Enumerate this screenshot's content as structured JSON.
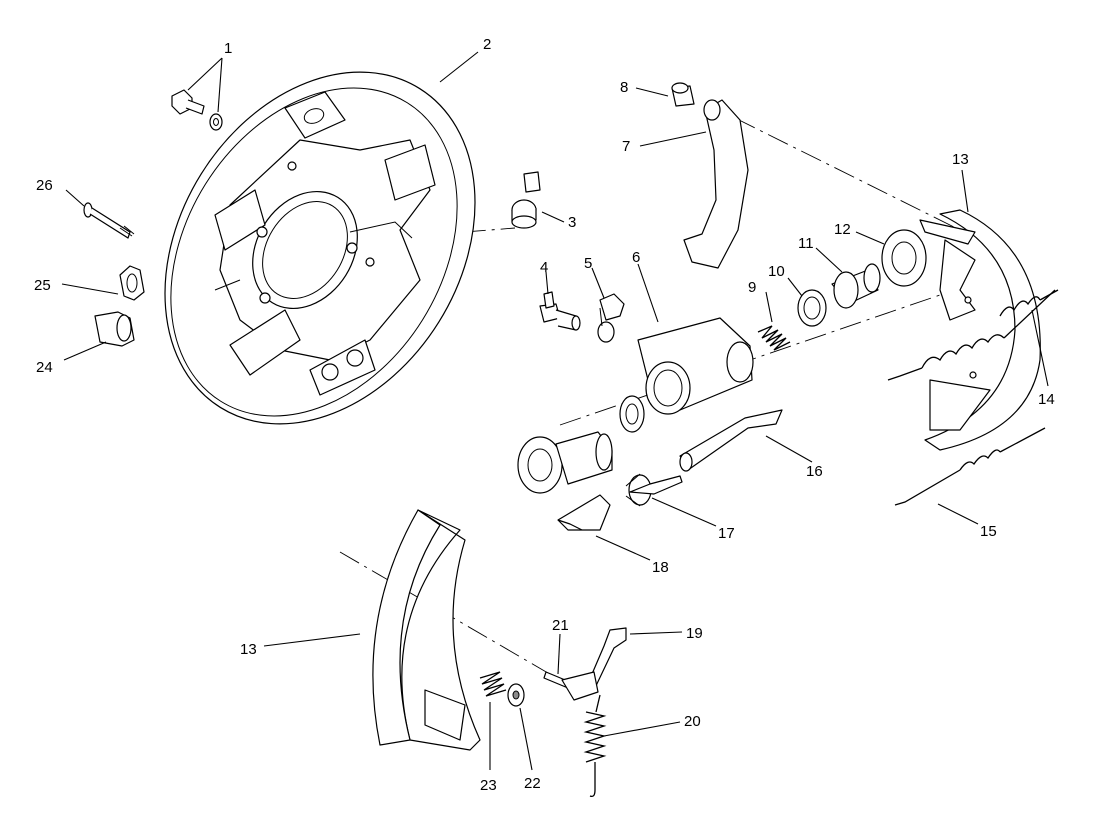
{
  "callouts": [
    {
      "id": "c1",
      "label": "1"
    },
    {
      "id": "c2",
      "label": "2"
    },
    {
      "id": "c3",
      "label": "3"
    },
    {
      "id": "c4",
      "label": "4"
    },
    {
      "id": "c5",
      "label": "5"
    },
    {
      "id": "c6",
      "label": "6"
    },
    {
      "id": "c7",
      "label": "7"
    },
    {
      "id": "c8",
      "label": "8"
    },
    {
      "id": "c9",
      "label": "9"
    },
    {
      "id": "c10",
      "label": "10"
    },
    {
      "id": "c11",
      "label": "11"
    },
    {
      "id": "c12",
      "label": "12"
    },
    {
      "id": "c13a",
      "label": "13"
    },
    {
      "id": "c13b",
      "label": "13"
    },
    {
      "id": "c14",
      "label": "14"
    },
    {
      "id": "c15",
      "label": "15"
    },
    {
      "id": "c16",
      "label": "16"
    },
    {
      "id": "c17",
      "label": "17"
    },
    {
      "id": "c18",
      "label": "18"
    },
    {
      "id": "c19",
      "label": "19"
    },
    {
      "id": "c20",
      "label": "20"
    },
    {
      "id": "c21",
      "label": "21"
    },
    {
      "id": "c22",
      "label": "22"
    },
    {
      "id": "c23",
      "label": "23"
    },
    {
      "id": "c24",
      "label": "24"
    },
    {
      "id": "c25",
      "label": "25"
    },
    {
      "id": "c26",
      "label": "26"
    }
  ],
  "colors": {
    "line": "#000000",
    "background": "#ffffff",
    "shade": "#e6e6e6"
  }
}
